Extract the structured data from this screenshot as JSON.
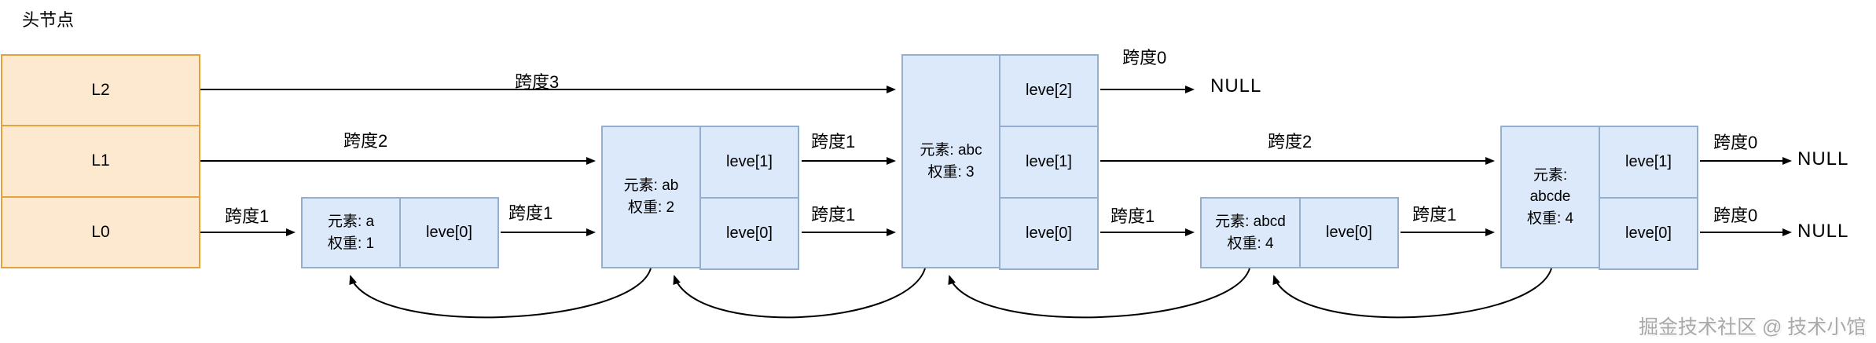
{
  "title": {
    "head_label": "头节点"
  },
  "watermark": "掘金技术社区 @ 技术小馆",
  "head": {
    "levels": [
      "L2",
      "L1",
      "L0"
    ]
  },
  "nodes": [
    {
      "element": "元素: a",
      "weight": "权重: 1",
      "levels": [
        "leve[0]"
      ]
    },
    {
      "element": "元素: ab",
      "weight": "权重: 2",
      "levels": [
        "leve[1]",
        "leve[0]"
      ]
    },
    {
      "element": "元素: abc",
      "weight": "权重: 3",
      "levels": [
        "leve[2]",
        "leve[1]",
        "leve[0]"
      ]
    },
    {
      "element": "元素: abcd",
      "weight": "权重: 4",
      "levels": [
        "leve[0]"
      ]
    },
    {
      "element": "元素:",
      "element_value": "abcde",
      "weight": "权重: 4",
      "levels": [
        "leve[1]",
        "leve[0]"
      ]
    }
  ],
  "spans": {
    "head_l2": "跨度3",
    "head_l1": "跨度2",
    "head_l0": "跨度1",
    "a_l0": "跨度1",
    "ab_l1": "跨度1",
    "ab_l0": "跨度1",
    "abc_l2": "跨度0",
    "abc_l1": "跨度2",
    "abc_l0": "跨度1",
    "abcd_l0": "跨度1",
    "abcde_l1": "跨度0",
    "abcde_l0": "跨度0"
  },
  "nulls": [
    "NULL",
    "NULL",
    "NULL"
  ],
  "colors": {
    "head_fill": "#fde9d0",
    "head_stroke": "#e3a23c",
    "node_fill": "#dce9fa",
    "node_stroke": "#94aecf",
    "arrow": "#000000"
  }
}
